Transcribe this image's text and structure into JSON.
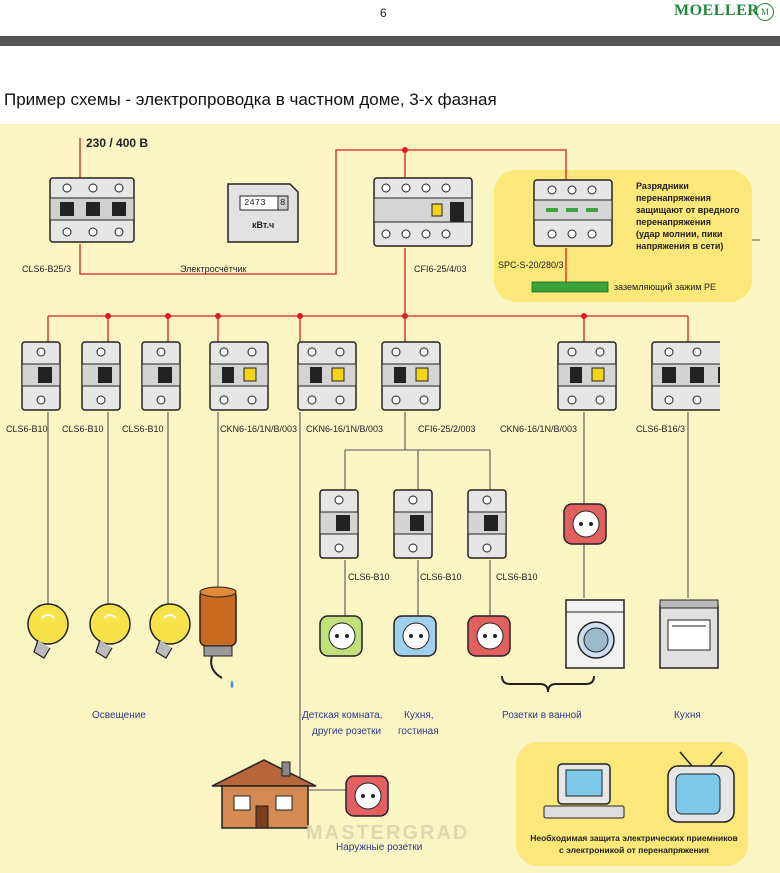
{
  "header": {
    "page_number": "6",
    "brand": "MOELLER",
    "brand_seal": "M"
  },
  "title": "Пример схемы - электропроводка в частном доме, 3-х фазная",
  "supply": {
    "voltage": "230 / 400 В"
  },
  "top_row": {
    "main_breaker": "CLS6-B25/3",
    "meter_label": "Электросчётчик",
    "meter_reading": "2473",
    "meter_digit_last": "8",
    "meter_unit": "кВт.ч",
    "rcd_main": "CFI6-25/4/03",
    "spd": "SPC-S-20/280/3"
  },
  "spd_note": {
    "lines": [
      "Разрядники",
      "перенапряжения",
      "защищают от вредного",
      "перенапряжения",
      "(удар молнии, пики",
      "напряжения в сети)"
    ],
    "ground": "заземляющий зажим PE"
  },
  "branch_breakers": [
    "CLS6-B10",
    "CLS6-B10",
    "CLS6-B10",
    "CKN6-16/1N/B/003",
    "CKN6-16/1N/B/003",
    "CFI6-25/2/003",
    "CKN6-16/1N/B/003",
    "CLS6-B16/3"
  ],
  "sub_breakers": [
    "CLS6-B10",
    "CLS6-B10",
    "CLS6-B10"
  ],
  "captions": {
    "lighting": "Освещение",
    "kids_room_1": "Детская комната,",
    "kids_room_2": "другие розетки",
    "kitchen_living_1": "Кухня,",
    "kitchen_living_2": "гостиная",
    "bathroom": "Розетки в ванной",
    "kitchen": "Кухня",
    "outdoor": "Наружные розетки"
  },
  "bottom_note": {
    "line1": "Необходимая защита электрических приемников",
    "line2": "с электроникой от перенапряжения"
  },
  "watermark": "MASTERGRAD",
  "colors": {
    "panel": "#fbf5c4",
    "bubble": "#fbe77a",
    "wire": "#d62020",
    "breaker_body": "#e6e6e6",
    "ground_bar": "#3aa33a",
    "caption_text": "#2c3a8c",
    "brand": "#1d8a3a"
  }
}
